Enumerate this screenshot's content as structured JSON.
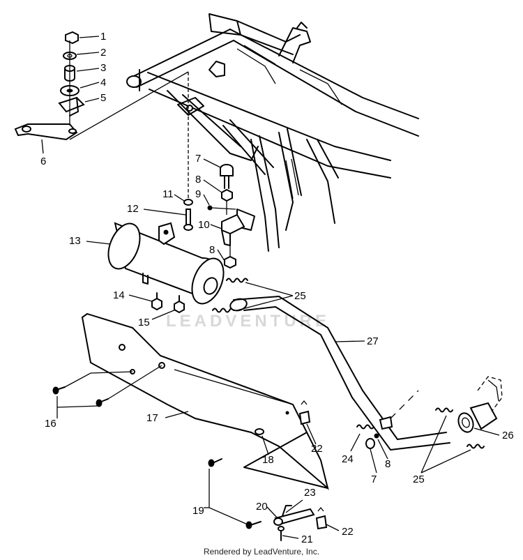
{
  "watermark": "LEADVENTURE",
  "footer": "Rendered by LeadVenture, Inc.",
  "callouts": [
    {
      "id": "1",
      "label": "1"
    },
    {
      "id": "2",
      "label": "2"
    },
    {
      "id": "3",
      "label": "3"
    },
    {
      "id": "4",
      "label": "4"
    },
    {
      "id": "5",
      "label": "5"
    },
    {
      "id": "6",
      "label": "6"
    },
    {
      "id": "7a",
      "label": "7"
    },
    {
      "id": "8a",
      "label": "8"
    },
    {
      "id": "9",
      "label": "9"
    },
    {
      "id": "10",
      "label": "10"
    },
    {
      "id": "11",
      "label": "11"
    },
    {
      "id": "12",
      "label": "12"
    },
    {
      "id": "8b",
      "label": "8"
    },
    {
      "id": "13",
      "label": "13"
    },
    {
      "id": "14",
      "label": "14"
    },
    {
      "id": "15",
      "label": "15"
    },
    {
      "id": "25a",
      "label": "25"
    },
    {
      "id": "27",
      "label": "27"
    },
    {
      "id": "16",
      "label": "16"
    },
    {
      "id": "17",
      "label": "17"
    },
    {
      "id": "22a",
      "label": "22"
    },
    {
      "id": "18",
      "label": "18"
    },
    {
      "id": "26",
      "label": "26"
    },
    {
      "id": "24",
      "label": "24"
    },
    {
      "id": "8c",
      "label": "8"
    },
    {
      "id": "7b",
      "label": "7"
    },
    {
      "id": "25b",
      "label": "25"
    },
    {
      "id": "19",
      "label": "19"
    },
    {
      "id": "20",
      "label": "20"
    },
    {
      "id": "23",
      "label": "23"
    },
    {
      "id": "21",
      "label": "21"
    },
    {
      "id": "22b",
      "label": "22"
    }
  ]
}
